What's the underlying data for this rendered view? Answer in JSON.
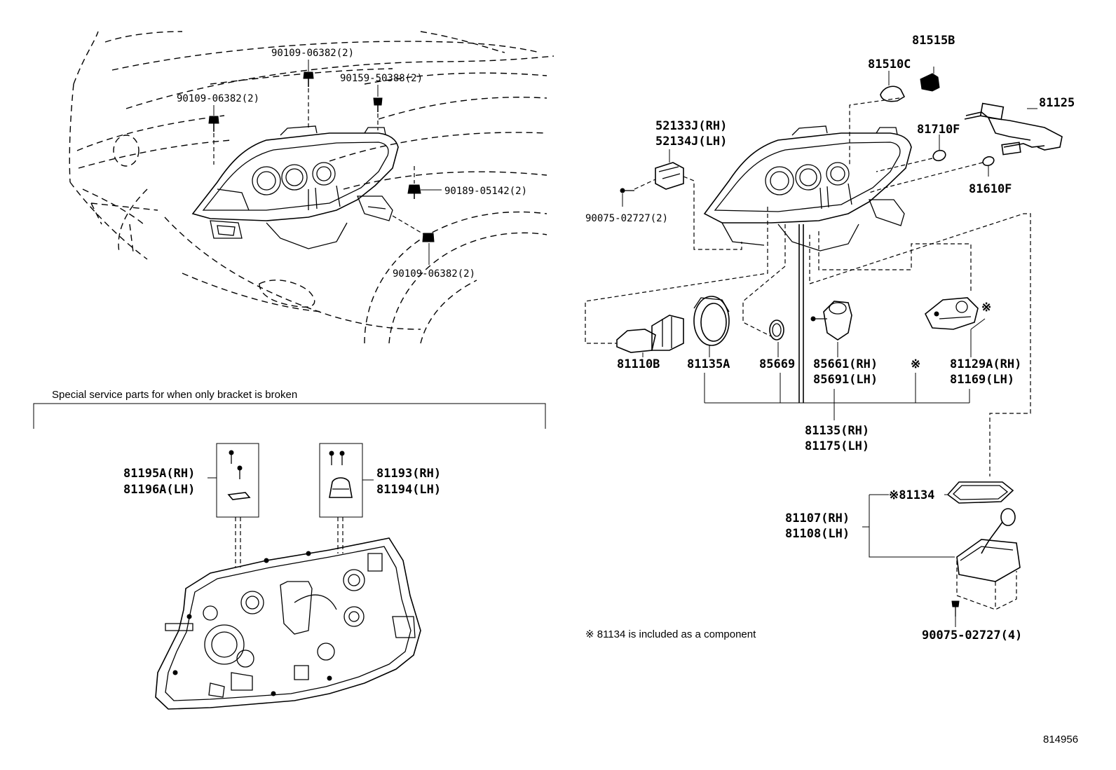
{
  "overview_labels": {
    "bolt_top": "90109-06382(2)",
    "screw_top": "90159-50388(2)",
    "bolt_left": "90109-06382(2)",
    "clip_right": "90189-05142(2)",
    "bolt_lower": "90109-06382(2)"
  },
  "bracket_section": {
    "heading": "Special service parts for when only bracket is broken",
    "left_kit_rh": "81195A(RH)",
    "left_kit_lh": "81196A(LH)",
    "right_kit_rh": "81193(RH)",
    "right_kit_lh": "81194(LH)"
  },
  "parts_labels": {
    "p81515B": "81515B",
    "p81510C": "81510C",
    "p81125": "81125",
    "p81710F": "81710F",
    "p81610F": "81610F",
    "p52133J": "52133J(RH)",
    "p52134J": "52134J(LH)",
    "p90075_a": "90075-02727(2)",
    "p81110B": "81110B",
    "p81135A": "81135A",
    "p85669": "85669",
    "p85661": "85661(RH)",
    "p85691": "85691(LH)",
    "mark_mid": "※",
    "p81129A": "81129A(RH)",
    "p81169": "81169(LH)",
    "mark_right": "※",
    "p81135": "81135(RH)",
    "p81175": "81175(LH)",
    "p81134": "※81134",
    "p81107": "81107(RH)",
    "p81108": "81108(LH)",
    "p90075_b": "90075-02727(4)"
  },
  "footnote": "※ 81134 is included as a component",
  "diagram_id": "814956"
}
